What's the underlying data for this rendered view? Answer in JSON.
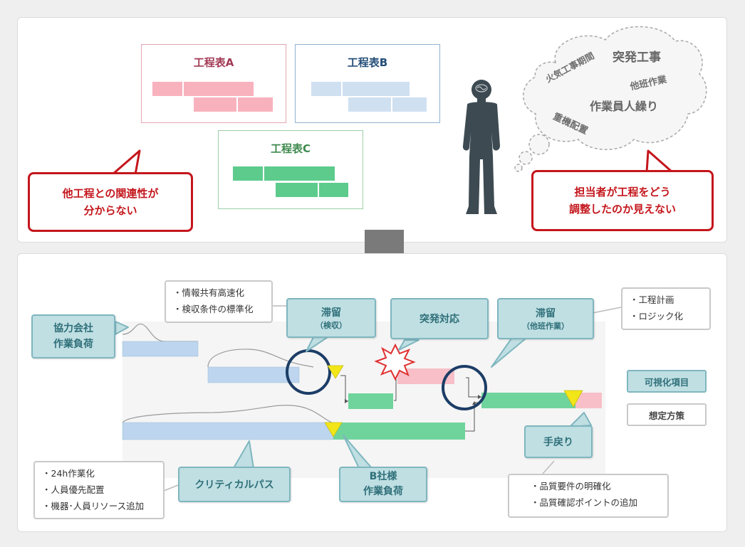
{
  "top": {
    "schedule_a": {
      "title": "工程表A",
      "color": "#a23a55",
      "bar_color": "#f8b2bd"
    },
    "schedule_b": {
      "title": "工程表B",
      "color": "#254e78",
      "bar_color": "#cfe0f1"
    },
    "schedule_c": {
      "title": "工程表C",
      "color": "#3e8a4e",
      "bar_color": "#5ccb8c"
    },
    "left_callout": {
      "line1": "他工程との関連性が",
      "line2": "分からない"
    },
    "right_callout": {
      "line1": "担当者が工程をどう",
      "line2": "調整したのか見えない"
    },
    "cloud_words": {
      "w1": "突発工事",
      "w2": "火気工事期間",
      "w3": "他班作業",
      "w4": "作業員人繰り",
      "w5": "重機配置"
    }
  },
  "bottom": {
    "kyoryoku": {
      "line1": "協力会社",
      "line2": "作業負荷"
    },
    "info_box": {
      "line1": "・情報共有高速化",
      "line2": "・検収条件の標準化"
    },
    "teitai1": {
      "title": "滞留",
      "sub": "（検収）"
    },
    "toppatsu": {
      "title": "突発対応"
    },
    "teitai2": {
      "title": "滞留",
      "sub": "（他班作業）"
    },
    "plan_box": {
      "line1": "・工程計画",
      "line2": "・ロジック化"
    },
    "legend": {
      "visual": "可視化項目",
      "measure": "想定方策"
    },
    "temodori": {
      "title": "手戻り"
    },
    "critical": {
      "title": "クリティカルパス"
    },
    "bsha": {
      "line1": "B社様",
      "line2": "作業負荷"
    },
    "work_box": {
      "line1": "・24h作業化",
      "line2": "・人員優先配置",
      "line3": "・機器･人員リソース追加"
    },
    "quality_box": {
      "line1": "・品質要件の明確化",
      "line2": "・品質確認ポイントの追加"
    }
  },
  "colors": {
    "blue_bar": "#bdd5ee",
    "green_bar": "#6fd49c",
    "pink_bar": "#f8bfc8",
    "navy_circle": "#1c3d66",
    "triangle": "#f2e619",
    "red": "#c4161c",
    "teal": "#7fb6bf"
  },
  "icons": {
    "person": "person-silhouette-icon",
    "arrow": "down-arrow-icon",
    "burst": "explosion-icon"
  }
}
